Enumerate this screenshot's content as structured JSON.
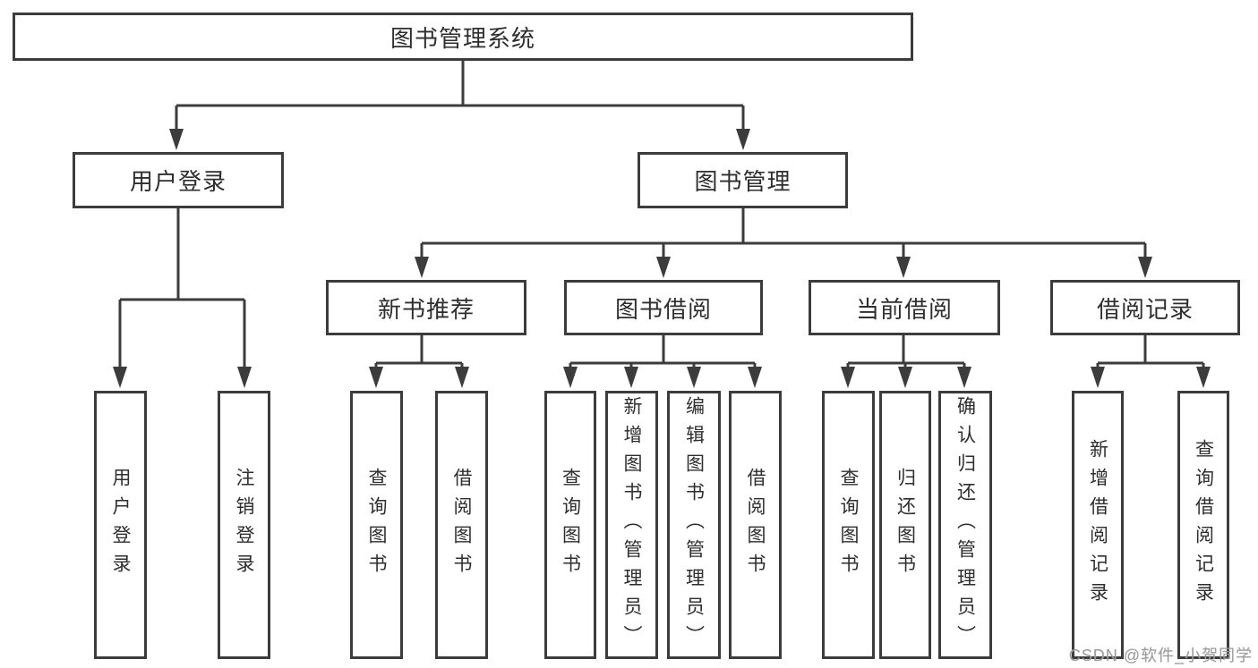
{
  "diagram": {
    "nodes": {
      "root": "图书管理系统",
      "user_login": "用户登录",
      "book_mgmt": "图书管理",
      "new_books": "新书推荐",
      "book_borrow": "图书借阅",
      "current_borrow": "当前借阅",
      "borrow_records": "借阅记录"
    },
    "leaves": {
      "login": [
        "用户登录",
        "注销登录"
      ],
      "new_books": [
        "查询图书",
        "借阅图书"
      ],
      "book_borrow": [
        "查询图书",
        "新增图书（管理员）",
        "编辑图书（管理员）",
        "借阅图书"
      ],
      "current_borrow": [
        "查询图书",
        "归还图书",
        "确认归还（管理员）"
      ],
      "borrow_records": [
        "新增借阅记录",
        "查询借阅记录"
      ]
    },
    "watermark": "CSDN @软件_小贺同学",
    "colors": {
      "line": "#3c3c3c",
      "text": "#2e2e2e",
      "watermark_text": "#9c9c9c",
      "background": "#ffffff"
    }
  }
}
